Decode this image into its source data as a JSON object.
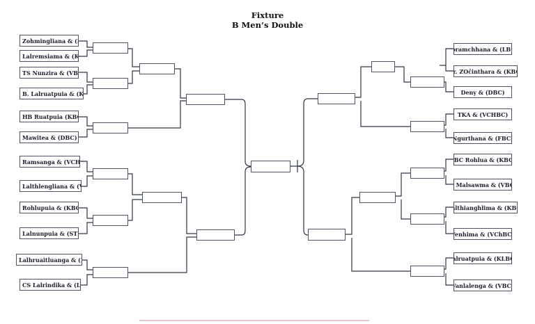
{
  "header": {
    "title": "Fixture",
    "subtitle": "B Men’s Double"
  },
  "left_entries": [
    "Zohmingliana & (FBC)",
    "Lalremsiama & (KLBC)",
    "TS Nunzira & (VBC)",
    "B. Lalruatpuia & (KBC)",
    "HB Ruatpuia (KBC)",
    "Mawitea & (DBC)",
    "Ramsanga & (VCHBC)",
    "Lalthlengliana & (VBC)",
    "Rohlupuia & (KBC)",
    "Lalnunpuia & (STBC)",
    "Lalhruaitluanga & (KBC)",
    "CS Lalrindika & (LBC)"
  ],
  "right_entries": [
    "Zoramchhana & (LBC)",
    "Dr. ZOĉinthara & (KBC)",
    "Deny & (DBC)",
    "TKA & (VCHBC)",
    "Ngurthana & (FBC)",
    "TBC Rohlua & (KBC)",
    "T. Malsawma & (VBC)",
    "Lalthianghlima & (KBC)",
    "Venhima & (VChBC)",
    "Lalruatpuia & (KLBC)",
    "Vanlalenga & (VBC)"
  ]
}
